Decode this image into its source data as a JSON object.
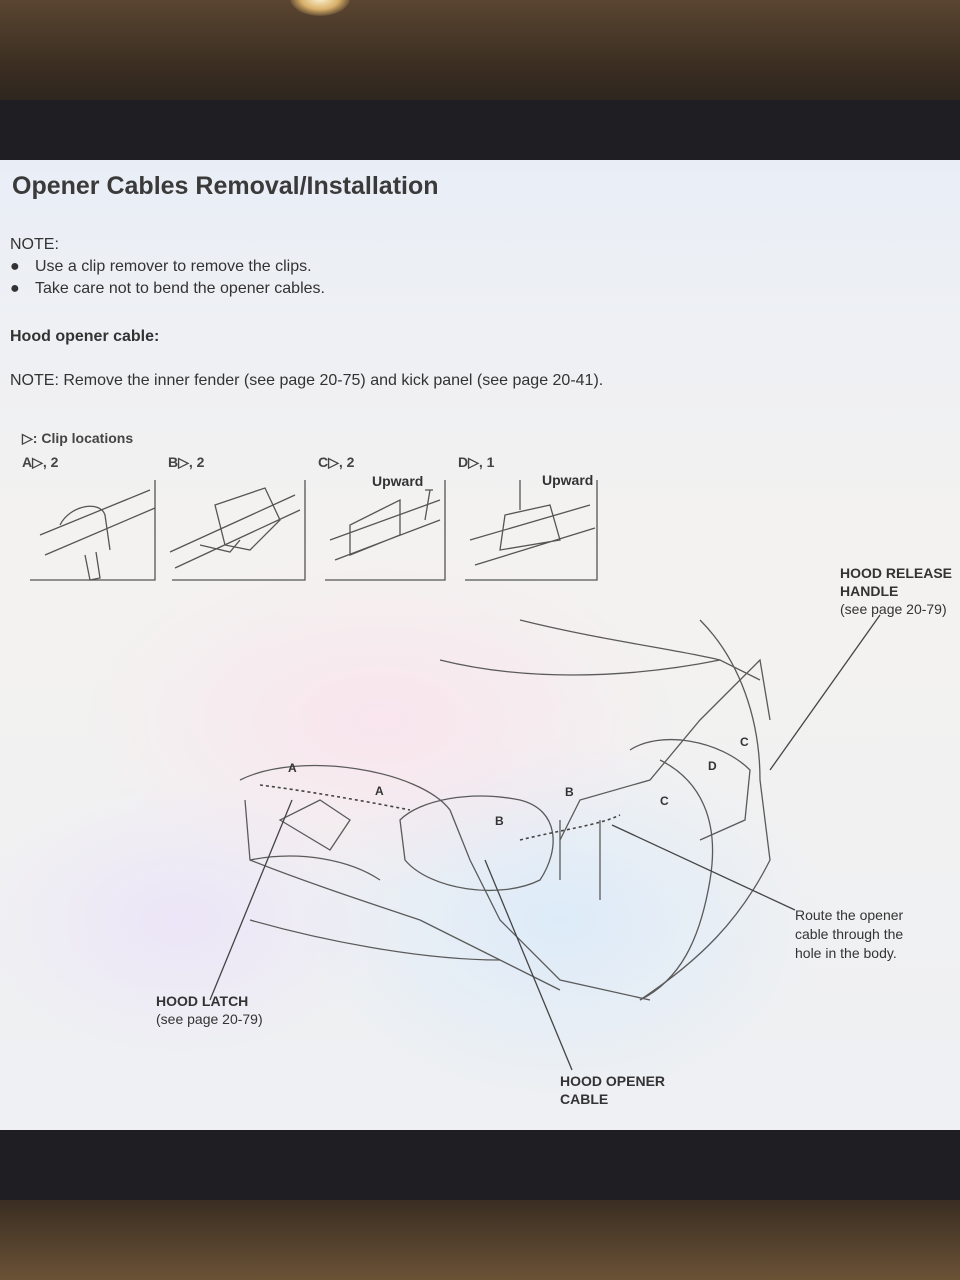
{
  "page": {
    "title": "Opener Cables Removal/Installation",
    "note_label": "NOTE:",
    "bullets": [
      "Use a clip remover to remove the clips.",
      "Take care not to bend the opener cables."
    ],
    "section_heading": "Hood opener cable:",
    "note2": "NOTE:  Remove the inner fender (see page 20-75) and kick panel (see page 20-41)."
  },
  "clips": {
    "heading": ": Clip locations",
    "labels": [
      "A▷, 2",
      "B▷, 2",
      "C▷, 2",
      "D▷, 1"
    ],
    "upward_c": "Upward",
    "upward_d": "Upward"
  },
  "callouts": {
    "release_l1": "HOOD RELEASE",
    "release_l2": "HANDLE",
    "release_ref": "(see page 20-79)",
    "latch": "HOOD LATCH",
    "latch_ref": "(see page 20-79)",
    "cable_l1": "HOOD OPENER",
    "cable_l2": "CABLE",
    "route_l1": "Route the opener",
    "route_l2": "cable through the",
    "route_l3": "hole in the body."
  },
  "diagram_letters": [
    "A",
    "A",
    "B",
    "B",
    "C",
    "C",
    "D"
  ]
}
